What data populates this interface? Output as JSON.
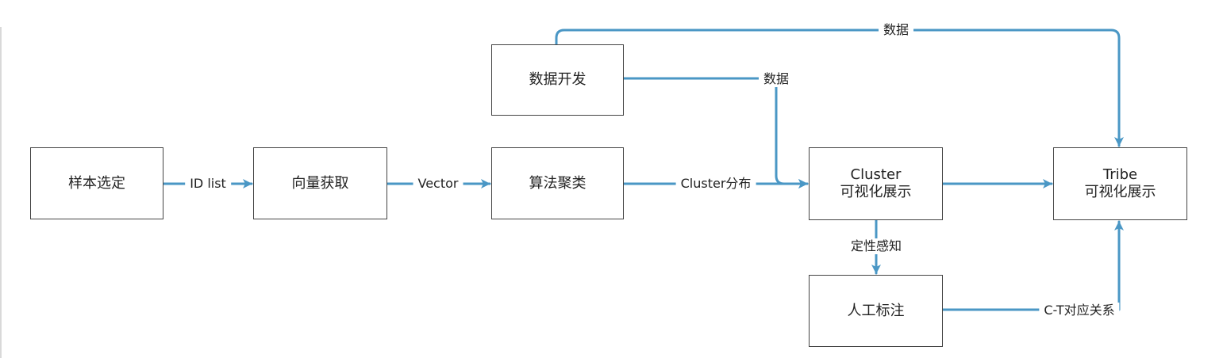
{
  "diagram": {
    "nodes": {
      "sample_select": {
        "label": "样本选定"
      },
      "vector_fetch": {
        "label": "向量获取"
      },
      "algo_cluster": {
        "label": "算法聚类"
      },
      "data_dev": {
        "label": "数据开发"
      },
      "cluster_viz": {
        "line1": "Cluster",
        "line2": "可视化展示"
      },
      "tribe_viz": {
        "line1": "Tribe",
        "line2": "可视化展示"
      },
      "manual_label": {
        "label": "人工标注"
      }
    },
    "edges": {
      "id_list": "ID list",
      "vector": "Vector",
      "cluster_dist": "Cluster分布",
      "data_top": "数据",
      "data_mid": "数据",
      "qualitative": "定性感知",
      "ct_relation": "C-T对应关系"
    },
    "colors": {
      "arrow": "#4a97c5",
      "box_border": "#444444",
      "text": "#222222"
    }
  }
}
